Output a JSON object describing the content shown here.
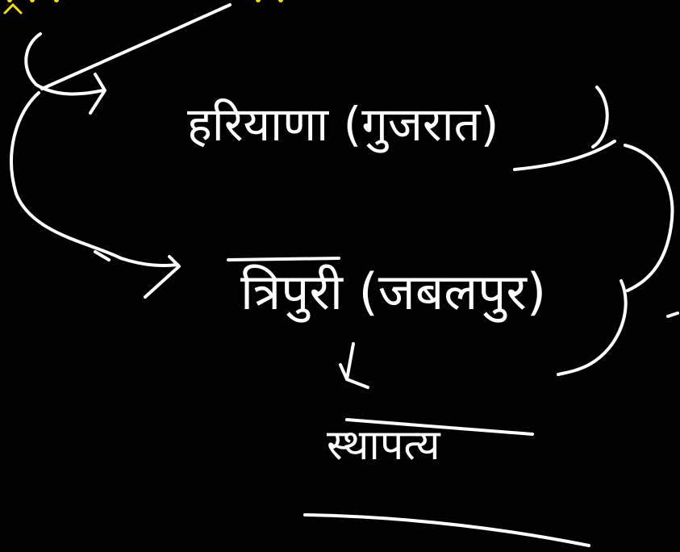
{
  "canvas": {
    "background": "#000000",
    "ink_color": "#ffffff",
    "toolbar_accent": "#f2e000"
  },
  "notes": {
    "line1": "हरियाणा (गुजरात)",
    "line2": "त्रिपुरी (जबलपुर)",
    "line3": "स्थापत्य"
  },
  "icons": {
    "corner_button": "chevron-up-icon"
  }
}
